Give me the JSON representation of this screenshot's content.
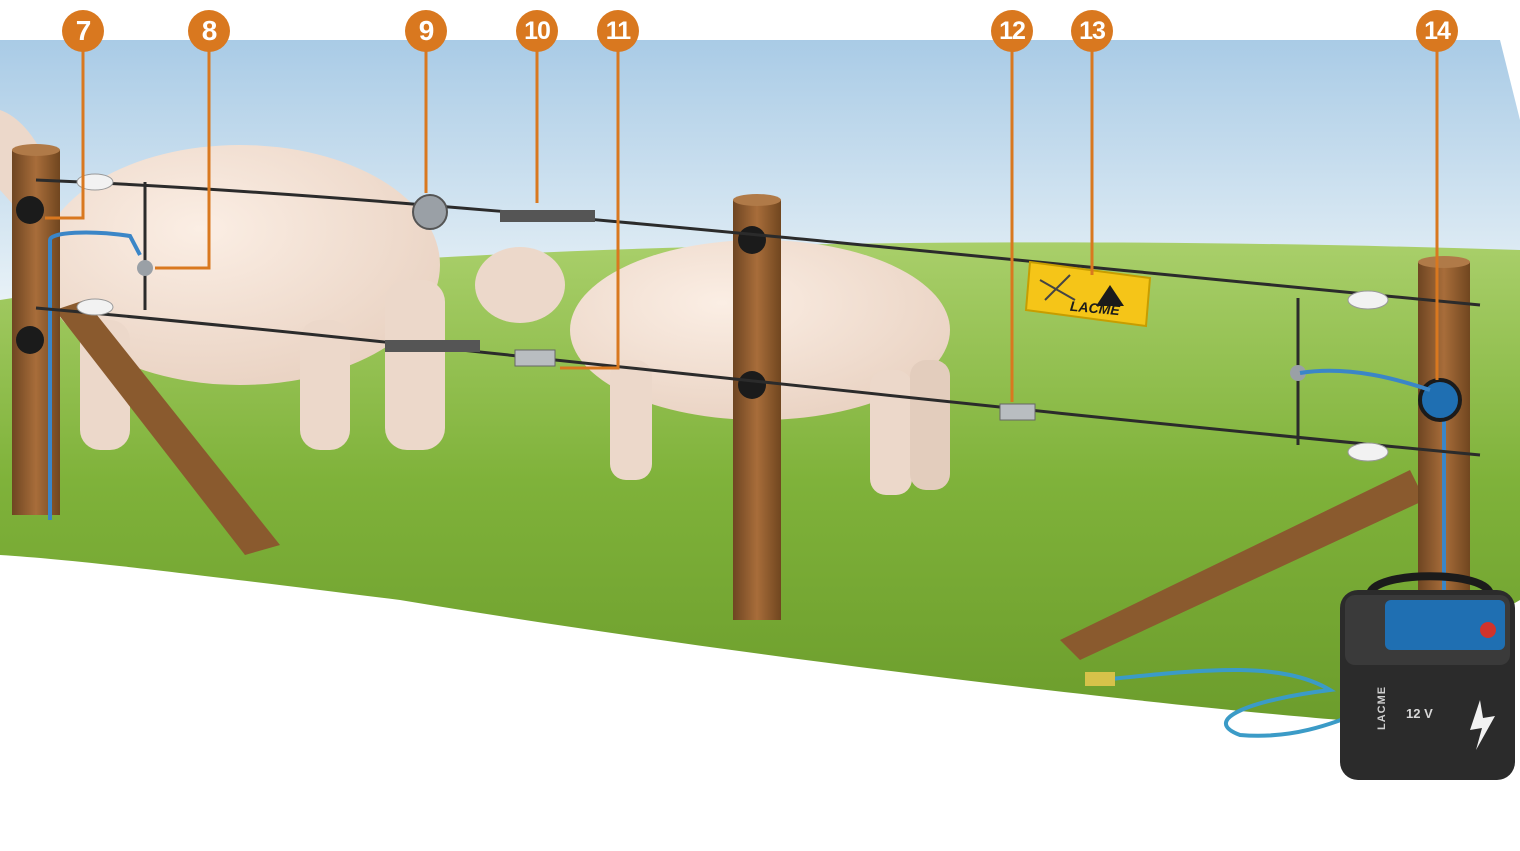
{
  "callouts": [
    {
      "id": "c7",
      "label": "7"
    },
    {
      "id": "c8",
      "label": "8"
    },
    {
      "id": "c9",
      "label": "9"
    },
    {
      "id": "c10",
      "label": "10"
    },
    {
      "id": "c11",
      "label": "11"
    },
    {
      "id": "c12",
      "label": "12"
    },
    {
      "id": "c13",
      "label": "13"
    },
    {
      "id": "c14",
      "label": "14"
    }
  ],
  "energizer": {
    "voltage_label": "12 V",
    "brand": "LACME"
  },
  "warning_sign": {
    "brand": "LACME"
  },
  "colors": {
    "callout": "#d9781f",
    "grass": "#7fb23a",
    "sky": "#bcd8ea",
    "post": "#8b5a2b",
    "sign": "#f5c518",
    "energizer_body": "#2b2b2b",
    "energizer_panel": "#1f6fb2"
  }
}
